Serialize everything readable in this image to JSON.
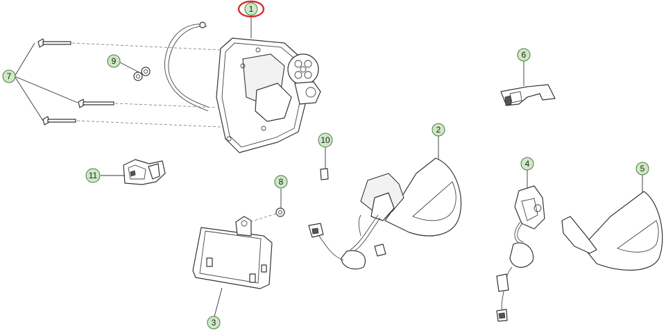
{
  "diagram": {
    "callouts": [
      {
        "label": "1",
        "highlighted": true
      },
      {
        "label": "2"
      },
      {
        "label": "3"
      },
      {
        "label": "4"
      },
      {
        "label": "5"
      },
      {
        "label": "6"
      },
      {
        "label": "7"
      },
      {
        "label": "8"
      },
      {
        "label": "9"
      },
      {
        "label": "10"
      },
      {
        "label": "11"
      }
    ],
    "colors": {
      "callout_fill": "#cfe8c6",
      "callout_stroke": "#4a7a3f",
      "highlight_ring": "#d92b2b",
      "line": "#333333"
    }
  }
}
